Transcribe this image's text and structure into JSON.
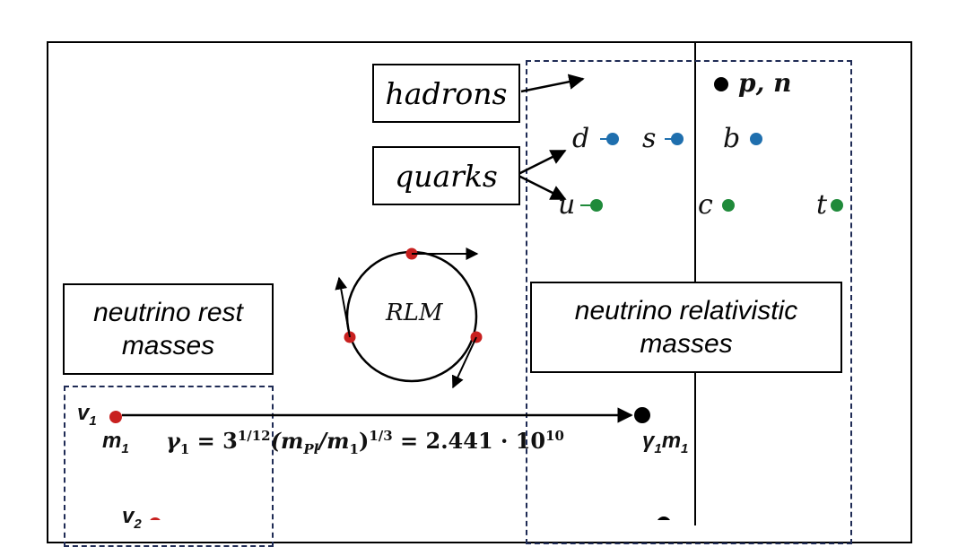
{
  "labels": {
    "hadrons": "hadrons",
    "quarks": "quarks",
    "rlm": "RLM",
    "rest_masses_line1": "neutrino rest",
    "rest_masses_line2": "masses",
    "rel_masses_line1": "neutrino relativistic",
    "rel_masses_line2": "masses",
    "pn": "p, n"
  },
  "particles": {
    "d": "d",
    "s": "s",
    "b": "b",
    "u": "u",
    "c": "c",
    "t": "t"
  },
  "neutrinos": {
    "v1": "v",
    "v1_sub": "1",
    "m1": "m",
    "m1_sub": "1",
    "v2": "v",
    "v2_sub": "2",
    "gamma_m1": "γ",
    "gamma_m1_sub": "1",
    "gamma_m1_m": "m",
    "gamma_m1_msub": "1"
  },
  "formula": {
    "gamma": "γ",
    "gamma_sub": "1",
    "eq": " = 3",
    "exp1": "1/12",
    "paren": "(m",
    "pl": "Pl",
    "slash": "/m",
    "one": "1",
    "close": ")",
    "exp2": "1/3",
    "result": " = 2.441 · 10",
    "exp3": "10"
  },
  "colors": {
    "red": "#c8201f",
    "blue": "#1f6fae",
    "green": "#1f8a3a",
    "black": "#000000",
    "dash": "#1f2b55"
  }
}
